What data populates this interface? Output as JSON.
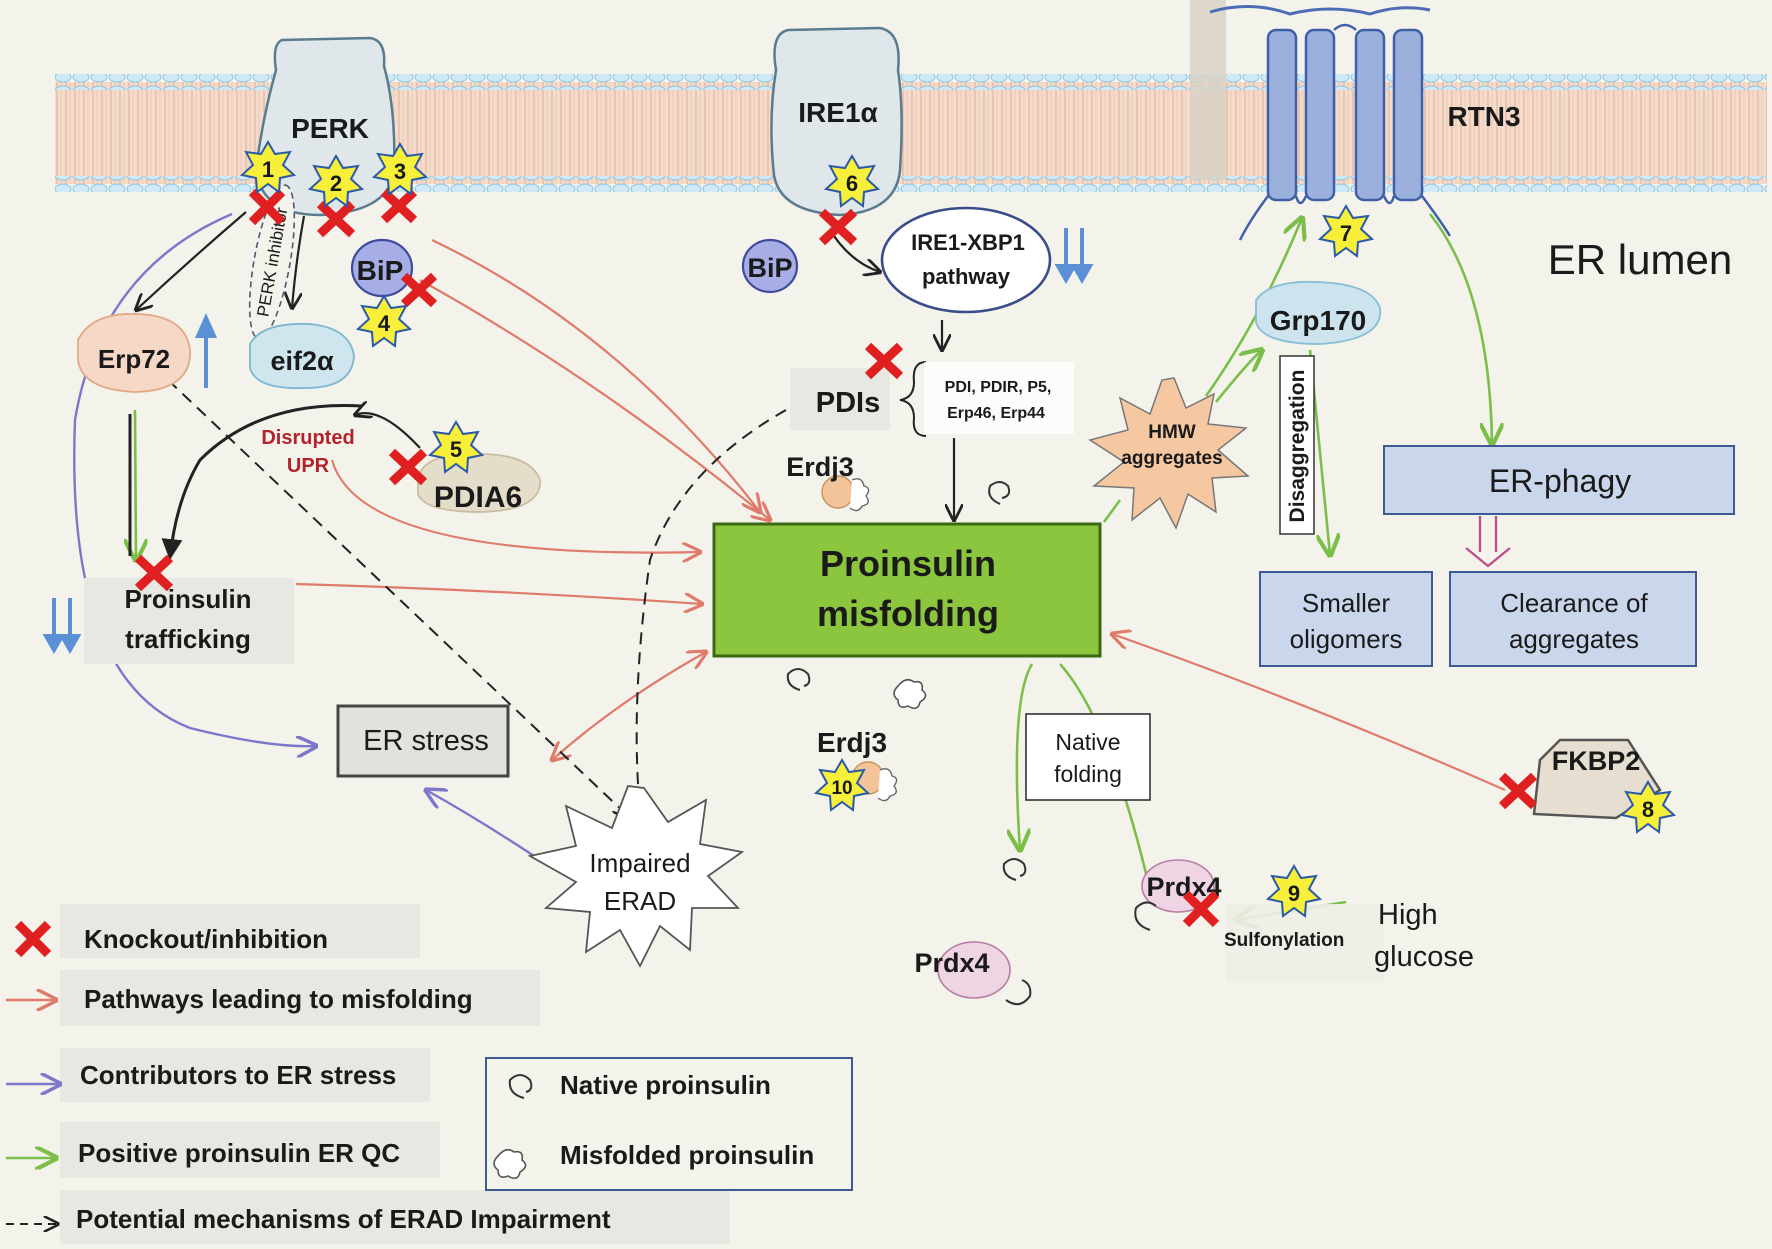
{
  "colors": {
    "red_arrow": "#e07a6a",
    "blue_arrow": "#7c77c9",
    "green_arrow": "#7bbf4a",
    "misfolding_box": "#8cc63f",
    "blue_box": "#c9d6ec",
    "knockout": "#e02020",
    "star": "#f7ef3a",
    "star_edge": "#2a5aa8",
    "membrane": "#b6dcef",
    "bilayer_tails": "#f3d6c0"
  },
  "labels": {
    "perk": "PERK",
    "ire1a": "IRE1α",
    "rtn3": "RTN3",
    "er_lumen": "ER lumen",
    "perk_inhibitor": "PERK inhibitor",
    "bip_1": "BiP",
    "bip_2": "BiP",
    "erp72": "Erp72",
    "eif2a": "eif2α",
    "disrupted_upr_1": "Disrupted",
    "disrupted_upr_2": "UPR",
    "pdia6": "PDIA6",
    "proinsulin_trafficking_1": "Proinsulin",
    "proinsulin_trafficking_2": "trafficking",
    "er_stress": "ER stress",
    "impaired_erad_1": "Impaired",
    "impaired_erad_2": "ERAD",
    "ire1_xbp1_1": "IRE1-XBP1",
    "ire1_xbp1_2": "pathway",
    "pdis": "PDIs",
    "pdi_list_1": "PDI, PDIR, P5,",
    "pdi_list_2": "Erp46, Erp44",
    "erdj3_top": "Erdj3",
    "erdj3_bottom": "Erdj3",
    "misfolding_1": "Proinsulin",
    "misfolding_2": "misfolding",
    "hmw_1": "HMW",
    "hmw_2": "aggregates",
    "grp170": "Grp170",
    "disaggregation": "Disaggregation",
    "er_phagy": "ER-phagy",
    "smaller_1": "Smaller",
    "smaller_2": "oligomers",
    "clearance_1": "Clearance of",
    "clearance_2": "aggregates",
    "native_1": "Native",
    "native_2": "folding",
    "fkbp2": "FKBP2",
    "prdx4_right": "Prdx4",
    "prdx4_left": "Prdx4",
    "sulfonylation": "Sulfonylation",
    "high_glucose_1": "High",
    "high_glucose_2": "glucose"
  },
  "stars": [
    "1",
    "2",
    "3",
    "4",
    "5",
    "6",
    "7",
    "8",
    "9",
    "10"
  ],
  "legend": {
    "knockout": "Knockout/inhibition",
    "pathways": "Pathways leading to misfolding",
    "contributors": "Contributors to ER stress",
    "positive": "Positive proinsulin  ER QC",
    "potential": "Potential mechanisms of ERAD Impairment",
    "native_proinsulin": "Native proinsulin",
    "misfolded_proinsulin": "Misfolded proinsulin"
  }
}
